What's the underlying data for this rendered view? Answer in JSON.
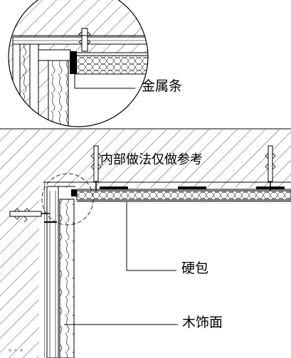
{
  "labels": {
    "metal_strip": "金属条",
    "note": "内部做法仅做参考",
    "hard_pack": "硬包",
    "wood_finish": "木饰面"
  },
  "colors": {
    "line": "#000000",
    "background": "#ffffff"
  }
}
